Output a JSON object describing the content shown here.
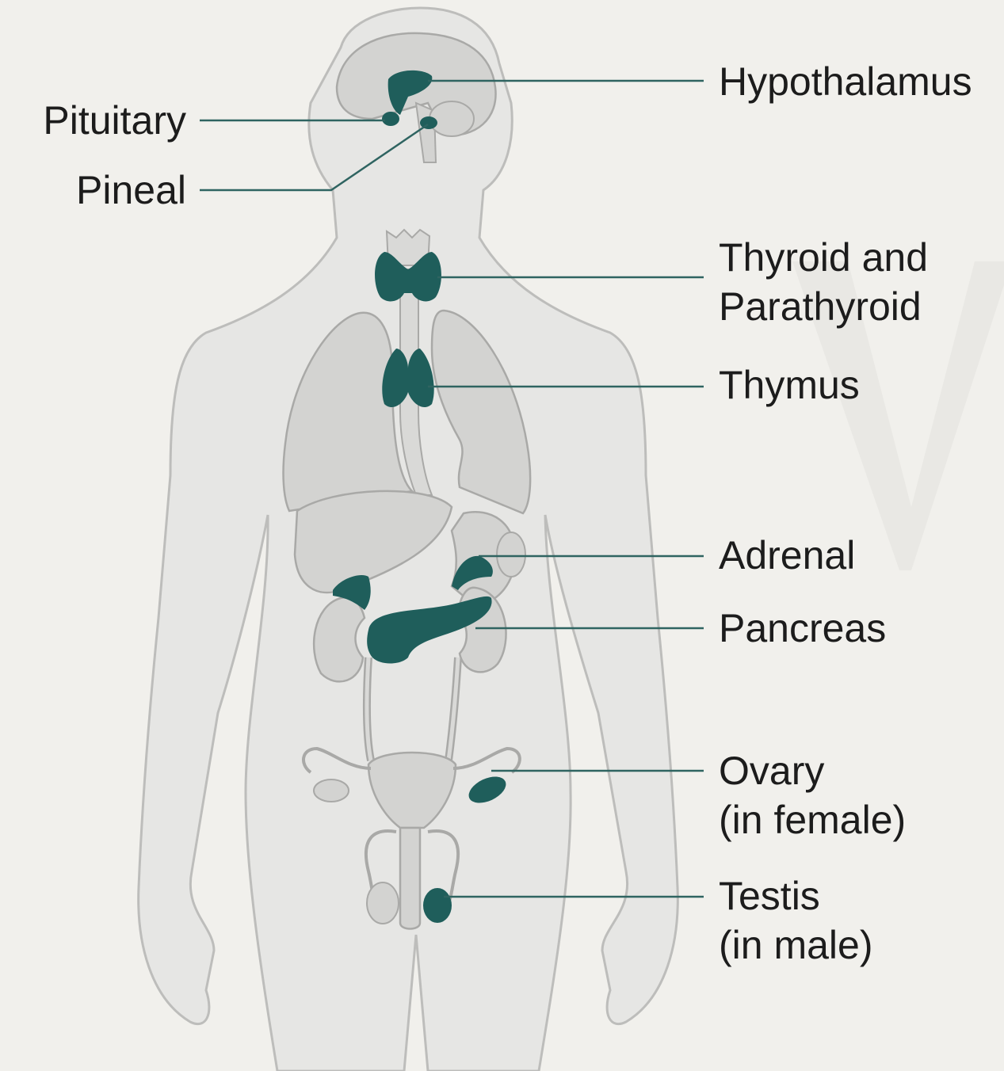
{
  "colors": {
    "background": "#f1f0ec",
    "body_fill": "#e6e6e4",
    "body_outline": "#bdbdbb",
    "organ_fill": "#d3d3d1",
    "organ_outline": "#a9a9a7",
    "gland": "#1f5e5b",
    "leader": "#2f6461"
  },
  "glands": {
    "hypothalamus": "Hypothalamus",
    "pituitary": "Pituitary",
    "pineal": "Pineal",
    "thyroid_line1": "Thyroid and",
    "thyroid_line2": "Parathyroid",
    "thymus": "Thymus",
    "adrenal": "Adrenal",
    "pancreas": "Pancreas",
    "ovary_line1": "Ovary",
    "ovary_line2": "(in female)",
    "testis_line1": "Testis",
    "testis_line2": "(in male)"
  }
}
